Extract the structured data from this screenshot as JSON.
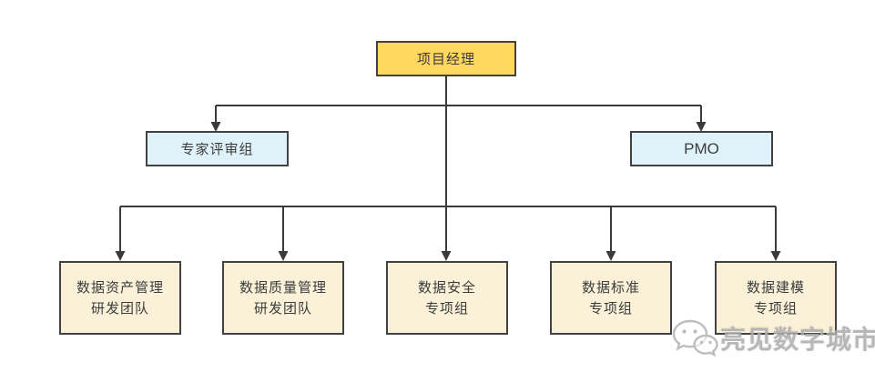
{
  "org": {
    "root": {
      "label": "项目经理"
    },
    "level2": [
      {
        "label": "专家评审组"
      },
      {
        "label": "PMO"
      }
    ],
    "level3": [
      {
        "line1": "数据资产管理",
        "line2": "研发团队"
      },
      {
        "line1": "数据质量管理",
        "line2": "研发团队"
      },
      {
        "line1": "数据安全",
        "line2": "专项组"
      },
      {
        "line1": "数据标准",
        "line2": "专项组"
      },
      {
        "line1": "数据建模",
        "line2": "专项组"
      }
    ]
  },
  "watermark": {
    "icon": "wechat-icon",
    "text": "亮见数字城市"
  },
  "colors": {
    "root_fill": "#FFD75E",
    "level2_fill": "#DFF2FA",
    "level3_fill": "#FAF1D8",
    "border": "#424242",
    "line": "#3A3A3A",
    "text": "#3C3C3C",
    "watermark": "#ABABAB"
  }
}
